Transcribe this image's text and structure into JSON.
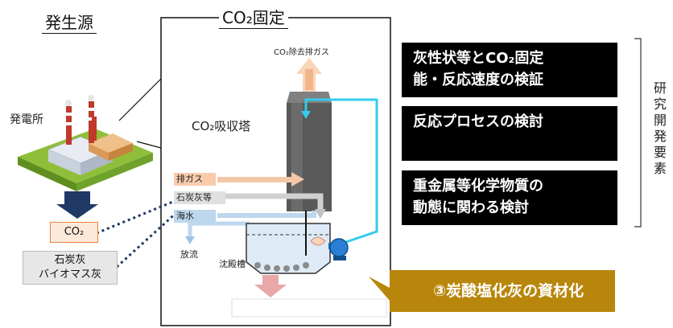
{
  "source": {
    "title": "発生源",
    "power_plant_label": "発電所",
    "co2_box": "CO₂",
    "ash_box_line1": "石炭灰",
    "ash_box_line2": "バイオマス灰"
  },
  "fixation": {
    "title": "CO₂固定",
    "exhaust_label": "CO₂除去排ガス",
    "tower_label": "CO₂吸収塔",
    "inputs": [
      "排ガス",
      "石炭灰等",
      "海水"
    ],
    "discharge_label": "放流",
    "tank_label": "沈殿槽"
  },
  "research": {
    "items": [
      {
        "line1": "灰性状等とCO₂固定",
        "line2": "能・反応速度の検証"
      },
      {
        "line1": "反応プロセスの検討",
        "line2": ""
      },
      {
        "line1": "重金属等化学物質の",
        "line2": "動態に関わる検討"
      }
    ],
    "highlight": "③炭酸塩化灰の資材化",
    "side_label": [
      "研",
      "究",
      "開",
      "発",
      "要",
      "素"
    ]
  },
  "colors": {
    "gas_arrow": "#f4c7a8",
    "ash_arrow": "#d9d9d9",
    "water_arrow": "#bdd7ee",
    "cyan_pipe": "#33ccee",
    "tower": "#595959",
    "gold": "#b8860b",
    "co2_border": "#e9823a",
    "co2_fill": "#fde9d9",
    "navy_arrow": "#1f3864"
  }
}
